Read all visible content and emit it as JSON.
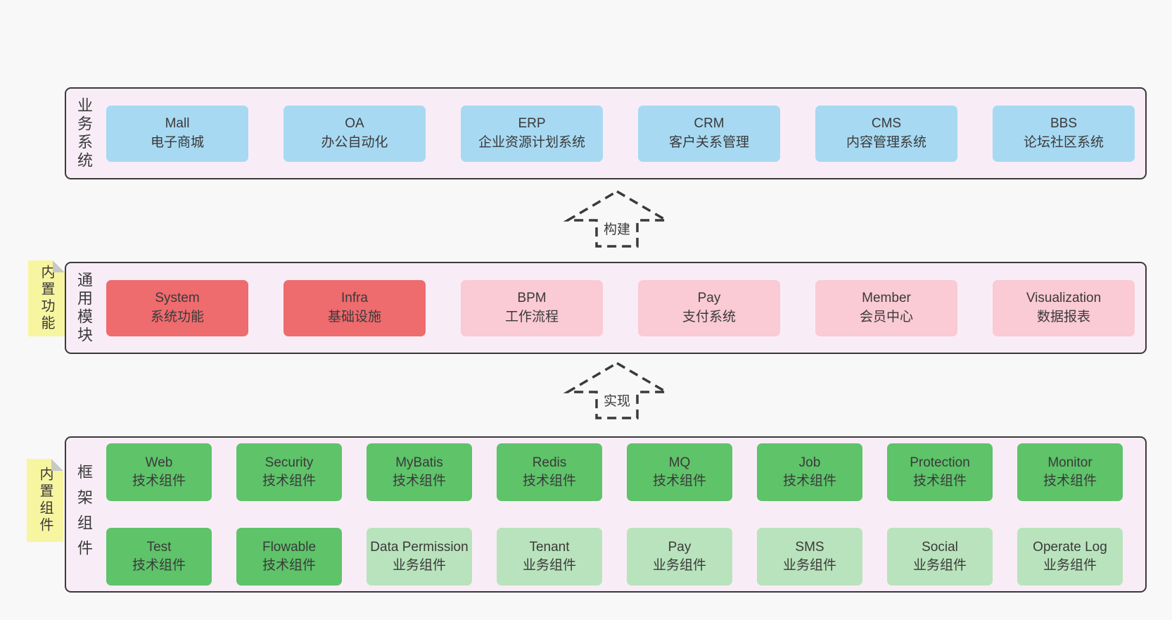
{
  "colors": {
    "page-bg": "#f8f8f8",
    "band-bg": "#f8edf6",
    "border": "#3a3a3a",
    "text": "#3a3a3a",
    "blue": "#a7d9f2",
    "red": "#ee6b6e",
    "pink": "#facad5",
    "green": "#5ec369",
    "lightgreen": "#b9e3bc",
    "sticky": "#f8f5a0",
    "fold": "#c8c8c8"
  },
  "bands": {
    "business": {
      "label": "业务系统",
      "boxes": [
        {
          "title": "Mall",
          "subtitle": "电子商城",
          "variant": "blue"
        },
        {
          "title": "OA",
          "subtitle": "办公自动化",
          "variant": "blue"
        },
        {
          "title": "ERP",
          "subtitle": "企业资源计划系统",
          "variant": "blue"
        },
        {
          "title": "CRM",
          "subtitle": "客户关系管理",
          "variant": "blue"
        },
        {
          "title": "CMS",
          "subtitle": "内容管理系统",
          "variant": "blue"
        },
        {
          "title": "BBS",
          "subtitle": "论坛社区系统",
          "variant": "blue"
        }
      ]
    },
    "modules": {
      "label": "通用模块",
      "sticky": "内置功能",
      "boxes": [
        {
          "title": "System",
          "subtitle": "系统功能",
          "variant": "red"
        },
        {
          "title": "Infra",
          "subtitle": "基础设施",
          "variant": "red"
        },
        {
          "title": "BPM",
          "subtitle": "工作流程",
          "variant": "pink"
        },
        {
          "title": "Pay",
          "subtitle": "支付系统",
          "variant": "pink"
        },
        {
          "title": "Member",
          "subtitle": "会员中心",
          "variant": "pink"
        },
        {
          "title": "Visualization",
          "subtitle": "数据报表",
          "variant": "pink"
        }
      ]
    },
    "components": {
      "label": "框架组件",
      "sticky": "内置组件",
      "rows": [
        [
          {
            "title": "Web",
            "subtitle": "技术组件",
            "variant": "green"
          },
          {
            "title": "Security",
            "subtitle": "技术组件",
            "variant": "green"
          },
          {
            "title": "MyBatis",
            "subtitle": "技术组件",
            "variant": "green"
          },
          {
            "title": "Redis",
            "subtitle": "技术组件",
            "variant": "green"
          },
          {
            "title": "MQ",
            "subtitle": "技术组件",
            "variant": "green"
          },
          {
            "title": "Job",
            "subtitle": "技术组件",
            "variant": "green"
          },
          {
            "title": "Protection",
            "subtitle": "技术组件",
            "variant": "green"
          },
          {
            "title": "Monitor",
            "subtitle": "技术组件",
            "variant": "green"
          }
        ],
        [
          {
            "title": "Test",
            "subtitle": "技术组件",
            "variant": "green"
          },
          {
            "title": "Flowable",
            "subtitle": "技术组件",
            "variant": "green"
          },
          {
            "title": "Data Permission",
            "subtitle": "业务组件",
            "variant": "lightgreen"
          },
          {
            "title": "Tenant",
            "subtitle": "业务组件",
            "variant": "lightgreen"
          },
          {
            "title": "Pay",
            "subtitle": "业务组件",
            "variant": "lightgreen"
          },
          {
            "title": "SMS",
            "subtitle": "业务组件",
            "variant": "lightgreen"
          },
          {
            "title": "Social",
            "subtitle": "业务组件",
            "variant": "lightgreen"
          },
          {
            "title": "Operate Log",
            "subtitle": "业务组件",
            "variant": "lightgreen"
          }
        ]
      ]
    }
  },
  "arrows": [
    {
      "label": "构建"
    },
    {
      "label": "实现"
    }
  ]
}
